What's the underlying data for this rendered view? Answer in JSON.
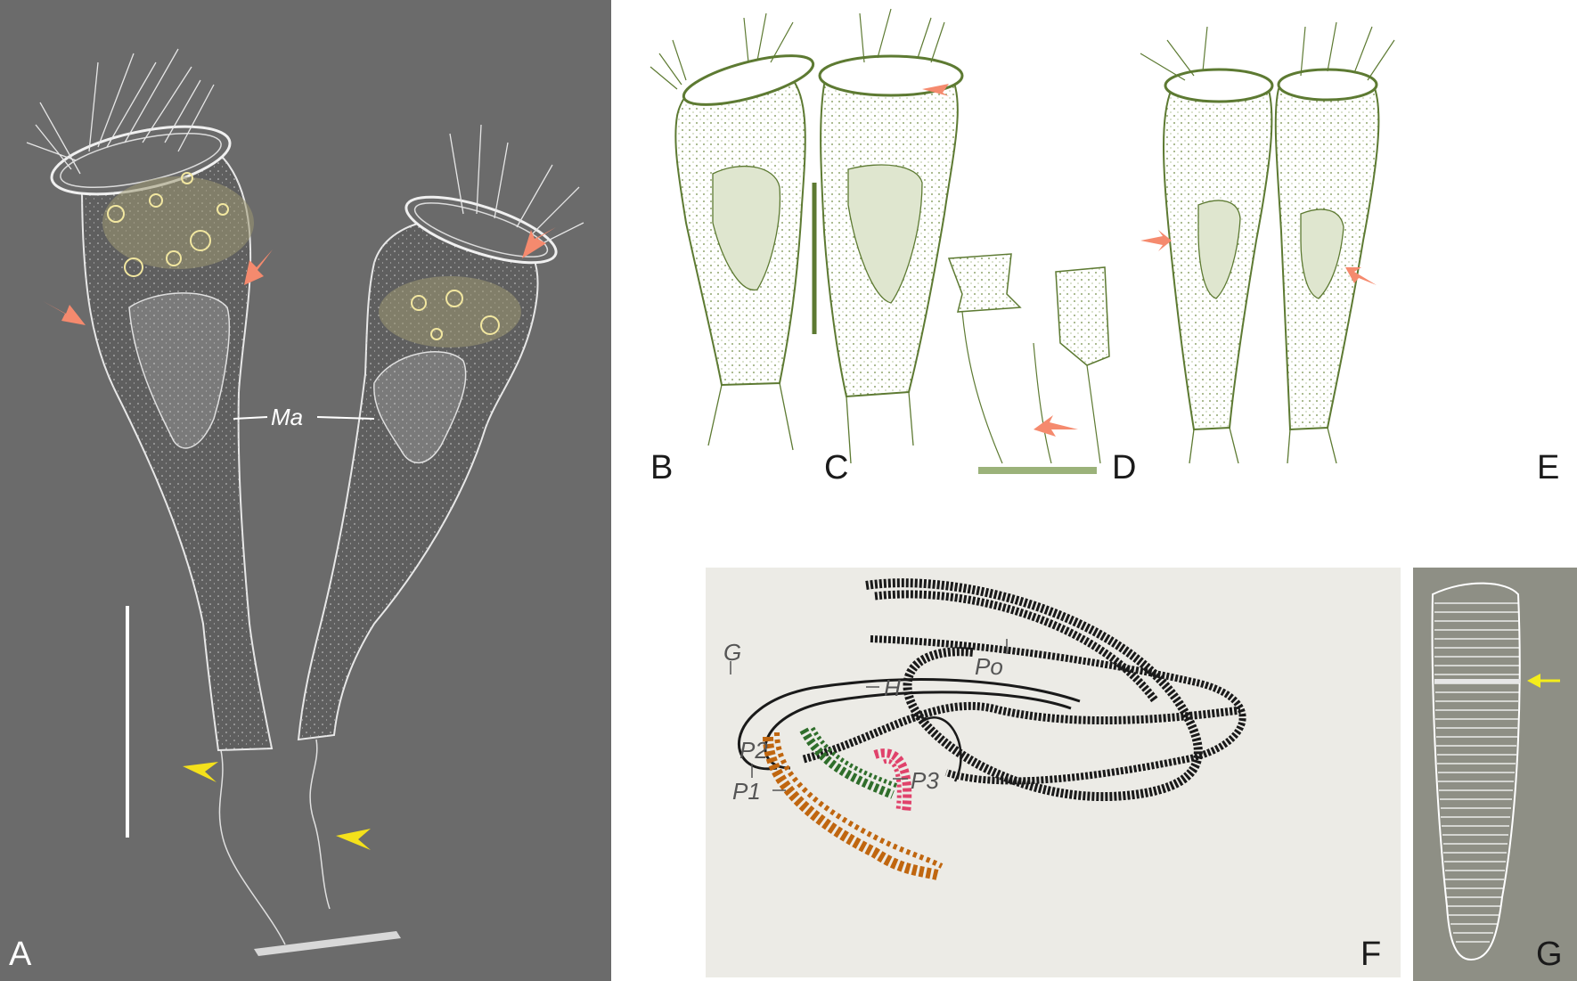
{
  "figure": {
    "panels": {
      "A": {
        "label": "A",
        "annotation": "Ma",
        "background": "#6b6b6b",
        "arrow_color": "#f58a6e",
        "arrowhead_color": "#f4e11b"
      },
      "B": {
        "label": "B"
      },
      "C": {
        "label": "C"
      },
      "D": {
        "label": "D"
      },
      "E": {
        "label": "E"
      },
      "F": {
        "label": "F",
        "background": "#ecebe6",
        "annotations": {
          "Po": "Po",
          "G": "G",
          "H": "H",
          "P1": "P1",
          "P2": "P2",
          "P3": "P3"
        },
        "colors": {
          "P1": "#c0660f",
          "P2": "#2f6e2b",
          "P3": "#e0426b",
          "ciliature": "#1a1a1a"
        }
      },
      "G": {
        "label": "G",
        "background": "#8e8f85",
        "arrow_color": "#f4ed1b"
      }
    },
    "drawing_color": "#5d7a32",
    "scale_bar_color_D": "#9bb27a"
  }
}
